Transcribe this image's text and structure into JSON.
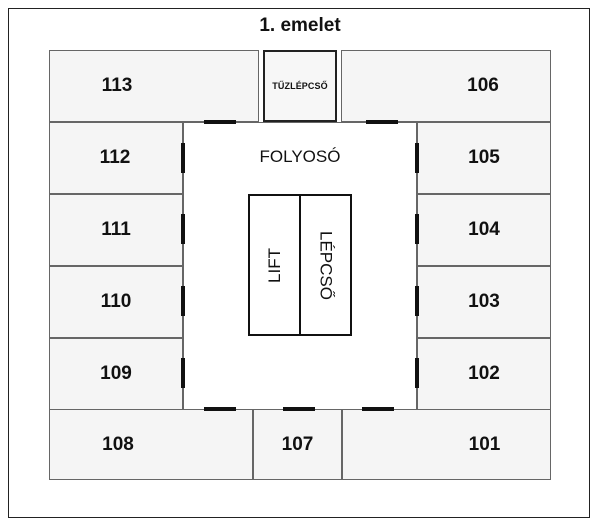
{
  "title": "1. emelet",
  "corridor_label": "FOLYOSÓ",
  "lift_label": "LIFT",
  "stair_label": "LÉPCSŐ",
  "fire_stairs_label": "TŰZLÉPCSŐ",
  "rooms": {
    "r113": "113",
    "r112": "112",
    "r111": "111",
    "r110": "110",
    "r109": "109",
    "r108": "108",
    "r107": "107",
    "r101": "101",
    "r102": "102",
    "r103": "103",
    "r104": "104",
    "r105": "105",
    "r106": "106"
  }
}
